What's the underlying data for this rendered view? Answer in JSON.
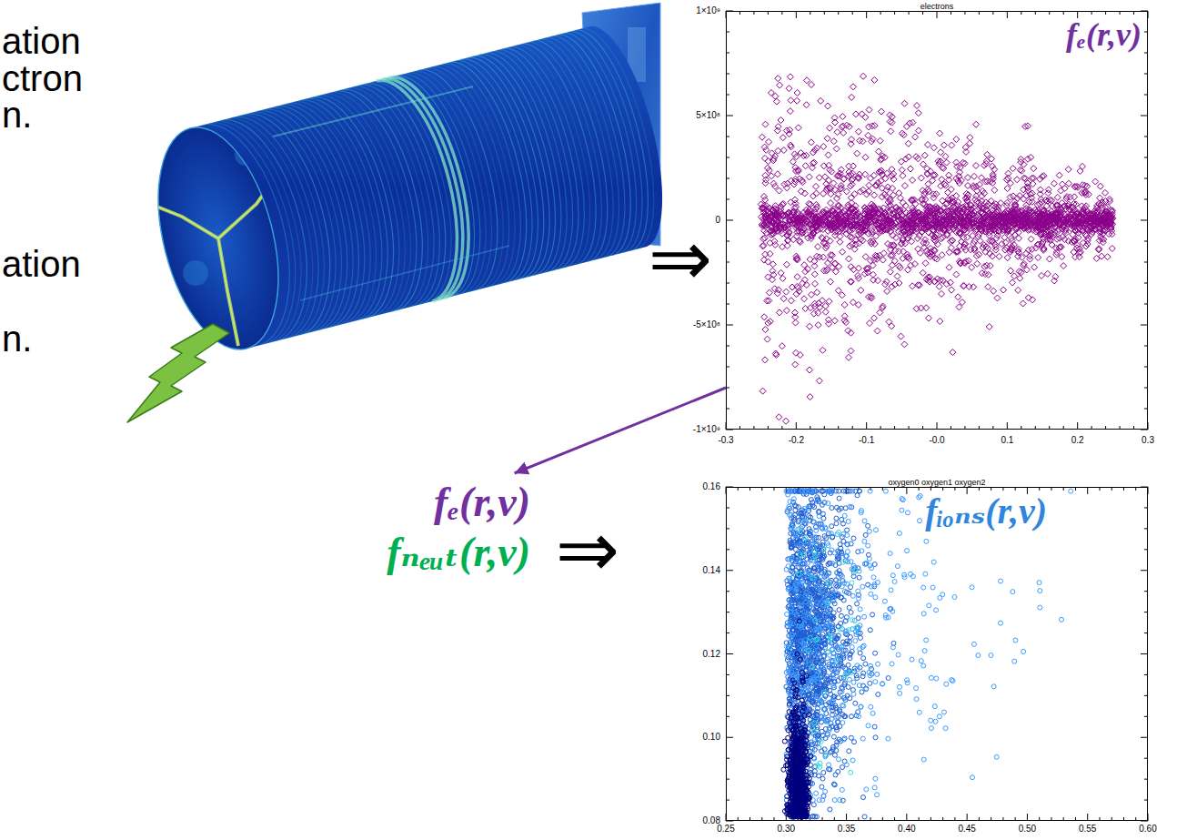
{
  "diagram": {
    "nodes": [
      {
        "text": [
          "electrons",
          "fₑ(r,v)"
        ]
      },
      {
        "text": [
          "fₑ(r,v)",
          "fₙₑᵤₜ(r,v)"
        ]
      },
      {
        "text": [
          "oxygen0 oxygen1 oxygen2",
          "fᵢₒₙₛ(r,v)"
        ]
      }
    ],
    "edges": [
      {
        "from": 0,
        "to": 1,
        "arrow": "to"
      }
    ],
    "labels": [
      "ation",
      "ctron",
      "n.",
      "ation",
      "n.",
      "⇒",
      "⇒",
      "1×10⁹",
      "5×10⁸",
      "0",
      "-5×10⁸",
      "-1×10⁹",
      "-0.3",
      "-0.2",
      "-0.1",
      "-0.0",
      "0.1",
      "0.2",
      "0.3",
      "0.16",
      "0.14",
      "0.12",
      "0.10",
      "0.08",
      "0.25",
      "0.30",
      "0.35",
      "0.40",
      "0.45",
      "0.50",
      "0.55",
      "0.60"
    ]
  }
}
